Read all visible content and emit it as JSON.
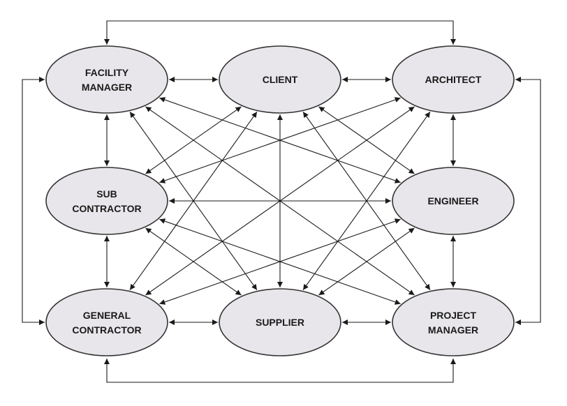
{
  "diagram": {
    "nodes": {
      "facility_manager": {
        "lines": [
          "FACILITY",
          "MANAGER"
        ]
      },
      "client": {
        "lines": [
          "CLIENT"
        ]
      },
      "architect": {
        "lines": [
          "ARCHITECT"
        ]
      },
      "sub_contractor": {
        "lines": [
          "SUB",
          "CONTRACTOR"
        ]
      },
      "engineer": {
        "lines": [
          "ENGINEER"
        ]
      },
      "general_contractor": {
        "lines": [
          "GENERAL",
          "CONTRACTOR"
        ]
      },
      "supplier": {
        "lines": [
          "SUPPLIER"
        ]
      },
      "project_manager": {
        "lines": [
          "PROJECT",
          "MANAGER"
        ]
      }
    },
    "connections": [
      [
        "facility_manager",
        "client"
      ],
      [
        "client",
        "architect"
      ],
      [
        "facility_manager",
        "sub_contractor"
      ],
      [
        "sub_contractor",
        "general_contractor"
      ],
      [
        "architect",
        "engineer"
      ],
      [
        "engineer",
        "project_manager"
      ],
      [
        "general_contractor",
        "supplier"
      ],
      [
        "supplier",
        "project_manager"
      ],
      [
        "facility_manager",
        "architect"
      ],
      [
        "general_contractor",
        "project_manager"
      ],
      [
        "facility_manager",
        "general_contractor"
      ],
      [
        "architect",
        "project_manager"
      ],
      [
        "facility_manager",
        "engineer"
      ],
      [
        "facility_manager",
        "supplier"
      ],
      [
        "facility_manager",
        "project_manager"
      ],
      [
        "client",
        "sub_contractor"
      ],
      [
        "client",
        "engineer"
      ],
      [
        "client",
        "general_contractor"
      ],
      [
        "client",
        "supplier"
      ],
      [
        "client",
        "project_manager"
      ],
      [
        "architect",
        "sub_contractor"
      ],
      [
        "architect",
        "general_contractor"
      ],
      [
        "architect",
        "supplier"
      ],
      [
        "sub_contractor",
        "engineer"
      ],
      [
        "sub_contractor",
        "supplier"
      ],
      [
        "sub_contractor",
        "project_manager"
      ],
      [
        "engineer",
        "general_contractor"
      ],
      [
        "engineer",
        "supplier"
      ]
    ]
  }
}
